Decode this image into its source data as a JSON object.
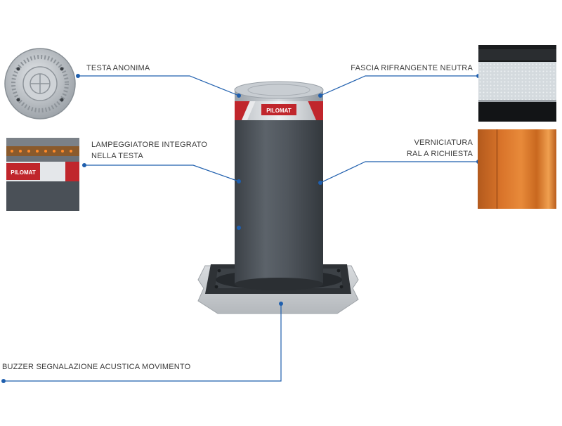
{
  "colors": {
    "leader_line": "#1f5fae",
    "bollard_body": "#4f555c",
    "ral_orange": "#d9742a"
  },
  "callouts": {
    "testa_anonima": {
      "label": "TESTA ANONIMA"
    },
    "lampeggiatore": {
      "line1": "LAMPEGGIATORE INTEGRATO",
      "line2": "NELLA TESTA"
    },
    "fascia": {
      "label": "FASCIA RIFRANGENTE NEUTRA"
    },
    "verniciatura": {
      "line1": "VERNICIATURA",
      "line2": "RAL A RICHIESTA"
    },
    "buzzer": {
      "label": "BUZZER SEGNALAZIONE ACUSTICA MOVIMENTO"
    }
  },
  "logo_text": "PILOMAT"
}
